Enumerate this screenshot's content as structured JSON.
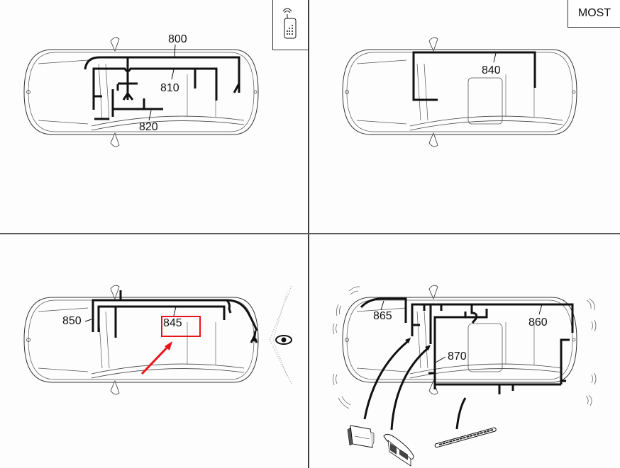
{
  "diagram": {
    "title": "Vehicle wiring harness locations (top view)",
    "colors": {
      "harness": "#111111",
      "outline": "#333333",
      "highlight": "#e8141c",
      "background": "#fdfdfd"
    },
    "panels": [
      {
        "id": "q1",
        "labels": [
          "800",
          "810",
          "820"
        ],
        "badge_icon": "remote-key-icon"
      },
      {
        "id": "q2",
        "labels": [
          "840"
        ],
        "badge_text": "MOST"
      },
      {
        "id": "q3",
        "labels": [
          "850",
          "845"
        ],
        "highlighted_label": "845",
        "side_icon": "eye-icon"
      },
      {
        "id": "q4",
        "labels": [
          "865",
          "860",
          "870"
        ],
        "parts": [
          "control-module",
          "door-handle",
          "sill-antenna"
        ]
      }
    ]
  },
  "labels": {
    "l800": "800",
    "l810": "810",
    "l820": "820",
    "l840": "840",
    "l850": "850",
    "l845": "845",
    "l865": "865",
    "l860": "860",
    "l870": "870",
    "most": "MOST"
  }
}
